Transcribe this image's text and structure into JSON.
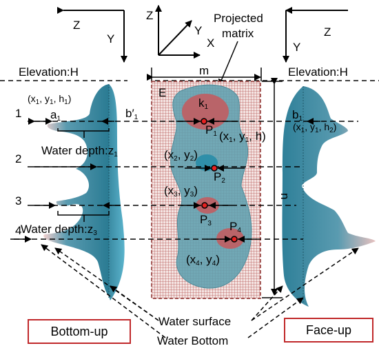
{
  "left_axes": {
    "z": "Z",
    "y": "Y"
  },
  "center_axes": {
    "z": "Z",
    "y": "Y",
    "x": "X"
  },
  "right_axes": {
    "z": "Z",
    "y": "Y"
  },
  "projected_matrix": [
    "Projected",
    "matrix"
  ],
  "elevation_left": "Elevation:H",
  "elevation_right": "Elevation:H",
  "left_y": "Y",
  "m_label": "m",
  "n_label": "n",
  "e_label": "E",
  "coord_top_left": {
    "base": "(x",
    "s1": "1",
    "m1": ", y",
    "s2": "1",
    "m2": ", h",
    "s3": "1",
    "end": ")"
  },
  "coord_top_right": {
    "base": "(x",
    "s1": "1",
    "m1": ", y",
    "s2": "1",
    "m2": ", h",
    "s3": "2",
    "end": ")"
  },
  "coord_p1": {
    "base": "(x",
    "s1": "1",
    "m1": ", y",
    "s2": "1",
    "end": ", h)"
  },
  "coord_p2": {
    "base": "(x",
    "s1": "2",
    "m1": ", y",
    "s2": "2",
    "end": ")"
  },
  "coord_p3": {
    "base": "(x",
    "s1": "3",
    "m1": ", y",
    "s2": "3",
    "end": ")"
  },
  "coord_p4": {
    "base": "(x",
    "s1": "4",
    "m1": ", y",
    "s2": "4",
    "end": ")"
  },
  "a1": {
    "base": "a",
    "sub": "1"
  },
  "b1_prime": {
    "base": "b′",
    "sub": "1"
  },
  "b1": {
    "base": "b",
    "sub": "1"
  },
  "k1": {
    "base": "k",
    "sub": "1"
  },
  "p1": {
    "base": "P",
    "sub": "1"
  },
  "p2": {
    "base": "P",
    "sub": "2"
  },
  "p3": {
    "base": "P",
    "sub": "3"
  },
  "p4": {
    "base": "P",
    "sub": "4"
  },
  "line_numbers": [
    "1",
    "2",
    "3",
    "4"
  ],
  "water_depth_1": {
    "base": "Water depth:z",
    "sub": "1"
  },
  "water_depth_3": {
    "base": "Water depth:z",
    "sub": "3"
  },
  "water_surface": "Water surface",
  "water_bottom": "Water Bottom",
  "bottom_up": "Bottom-up",
  "face_up": "Face-up"
}
